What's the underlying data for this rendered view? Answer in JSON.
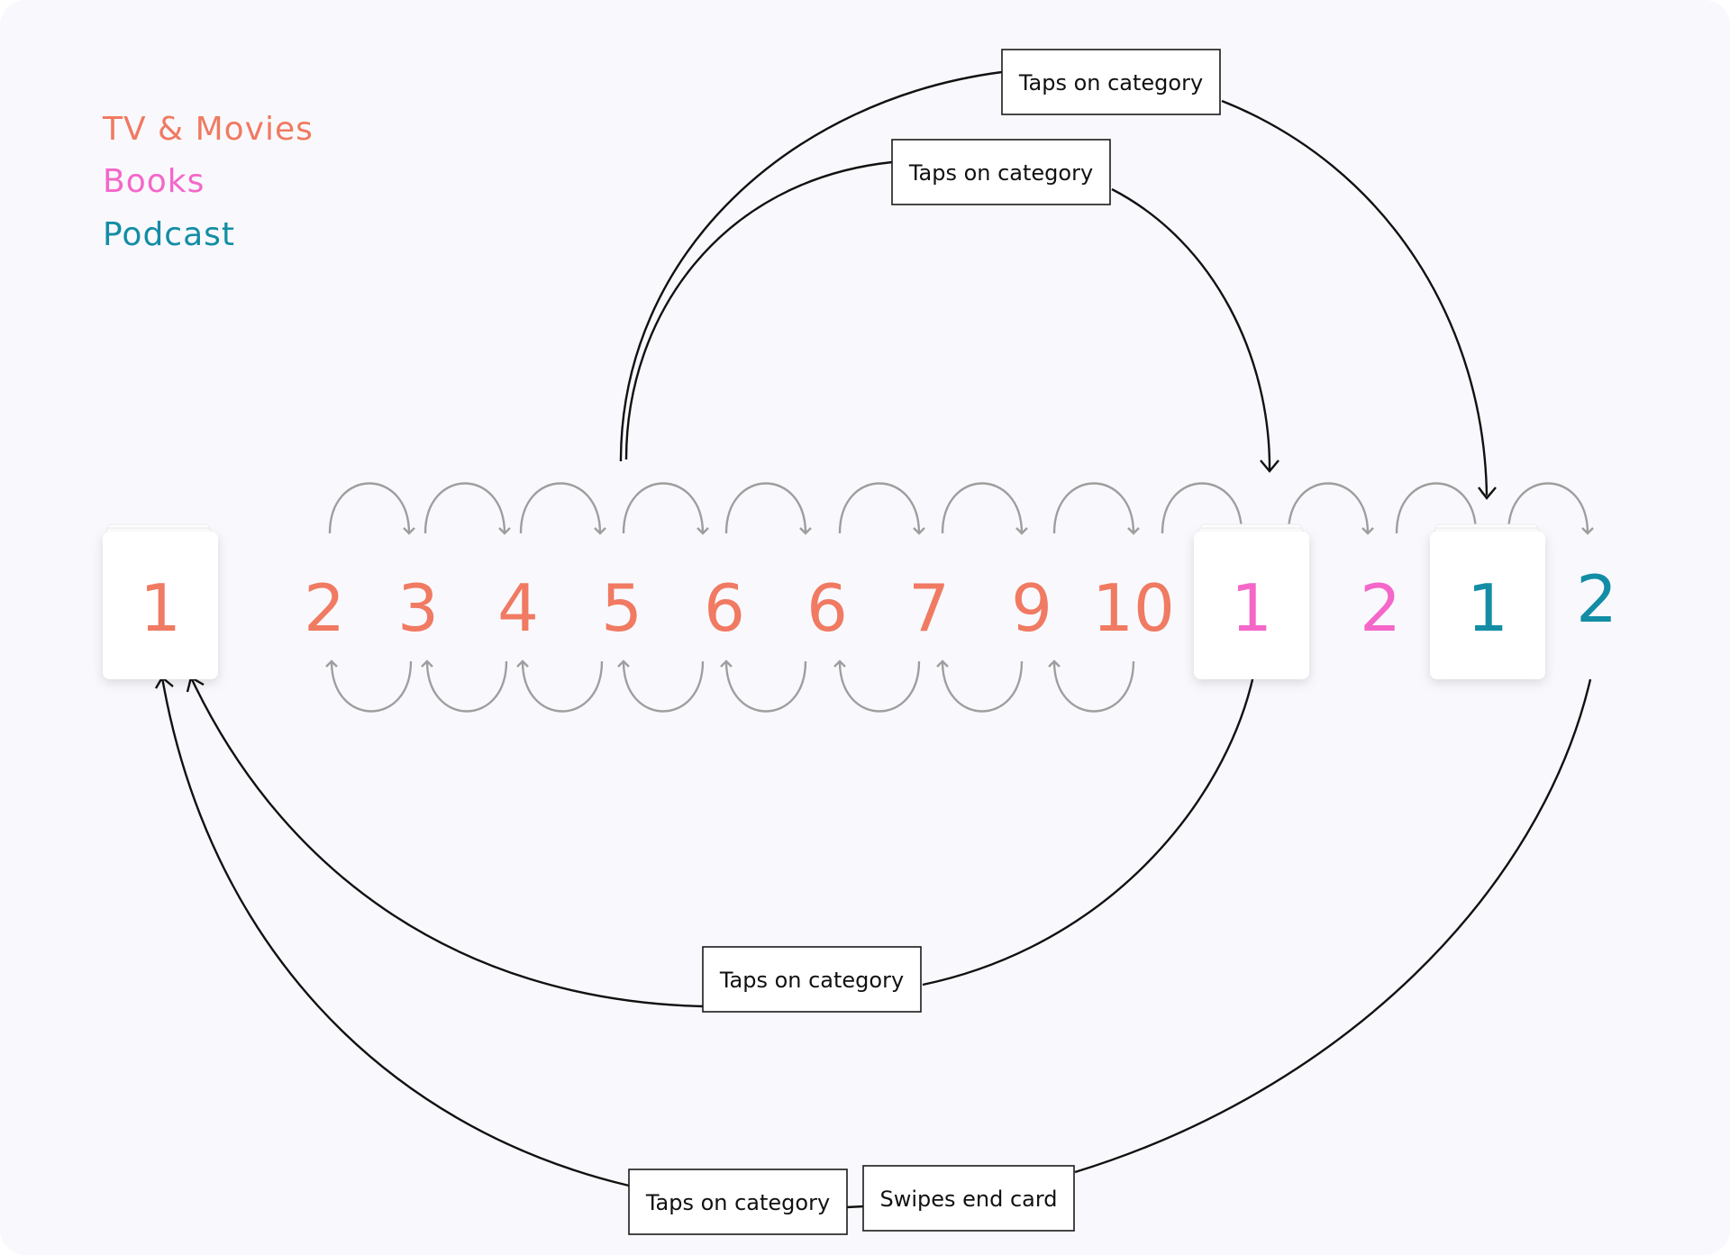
{
  "colors": {
    "tv_movies": "#f07a62",
    "books": "#f467c9",
    "podcast": "#138da5",
    "flow_line": "#111111",
    "hop_line": "#9e9e9e",
    "background": "#f9f9fd"
  },
  "legend": {
    "tv_movies": "TV & Movies",
    "books": "Books",
    "podcast": "Podcast"
  },
  "nodes": [
    {
      "label": "1",
      "category": "tv_movies",
      "card": true
    },
    {
      "label": "2",
      "category": "tv_movies",
      "card": false
    },
    {
      "label": "3",
      "category": "tv_movies",
      "card": false
    },
    {
      "label": "4",
      "category": "tv_movies",
      "card": false
    },
    {
      "label": "5",
      "category": "tv_movies",
      "card": false
    },
    {
      "label": "6",
      "category": "tv_movies",
      "card": false
    },
    {
      "label": "6",
      "category": "tv_movies",
      "card": false
    },
    {
      "label": "7",
      "category": "tv_movies",
      "card": false
    },
    {
      "label": "9",
      "category": "tv_movies",
      "card": false
    },
    {
      "label": "10",
      "category": "tv_movies",
      "card": false
    },
    {
      "label": "1",
      "category": "books",
      "card": true
    },
    {
      "label": "2",
      "category": "books",
      "card": false
    },
    {
      "label": "1",
      "category": "podcast",
      "card": true
    },
    {
      "label": "2",
      "category": "podcast",
      "card": false
    }
  ],
  "edge_labels": {
    "top_outer": "Taps on category",
    "top_inner": "Taps on category",
    "bottom_middle": "Taps on category",
    "bottom_left": "Taps on category",
    "bottom_right": "Swipes end card"
  }
}
